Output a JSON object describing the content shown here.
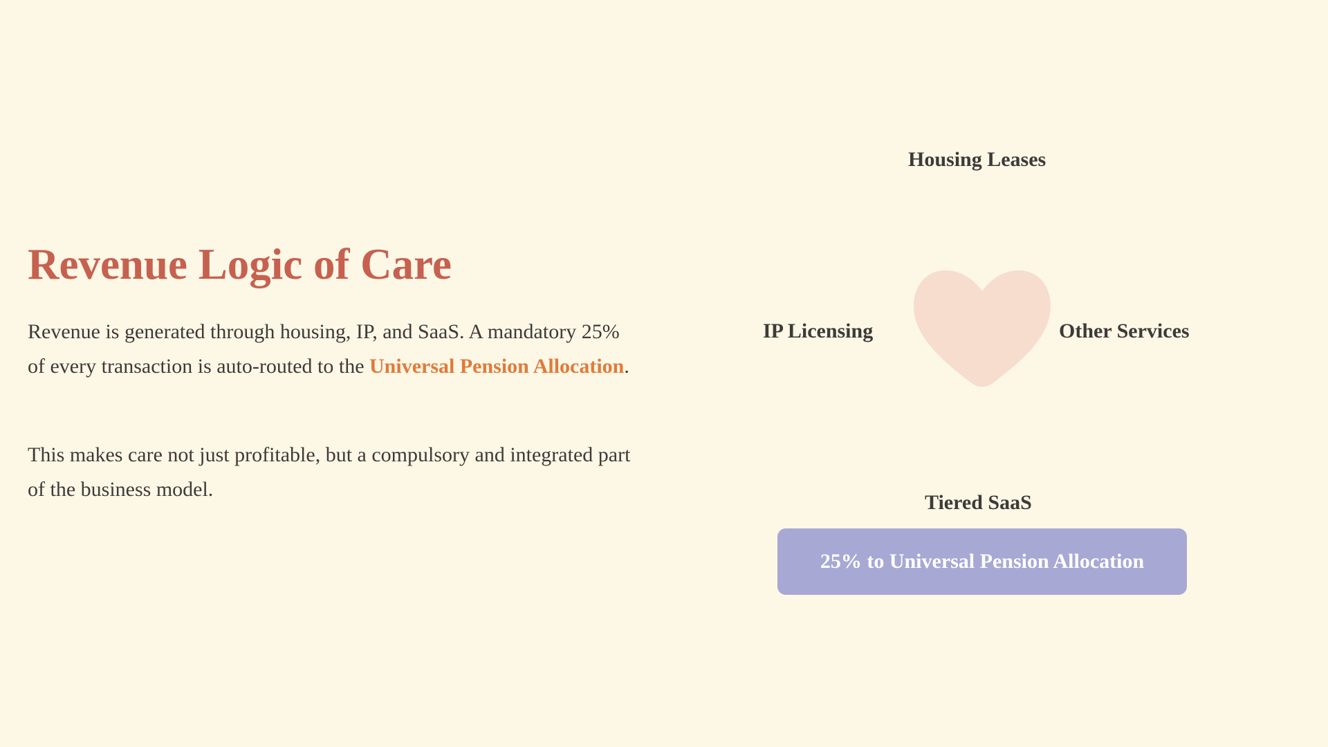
{
  "title": "Revenue Logic of Care",
  "paragraph1": {
    "before": "Revenue is generated through housing, IP, and SaaS. A mandatory 25% of every transaction is auto-routed to the ",
    "highlight": "Universal Pension Allocation",
    "after": "."
  },
  "paragraph2": "This makes care not just profitable, but a compulsory and integrated part of the business model.",
  "diagram": {
    "center_icon": "heart-icon",
    "nodes": {
      "top": "Housing Leases",
      "left": "IP Licensing",
      "right": "Other Services",
      "bottom": "Tiered SaaS"
    },
    "allocation_label": "25% to Universal Pension Allocation"
  },
  "colors": {
    "background": "#fdf7e6",
    "title": "#c66150",
    "highlight": "#e07b3a",
    "heart": "#f6ddcd",
    "allocation_box": "#a7a8d4",
    "text": "#3d3b38"
  }
}
